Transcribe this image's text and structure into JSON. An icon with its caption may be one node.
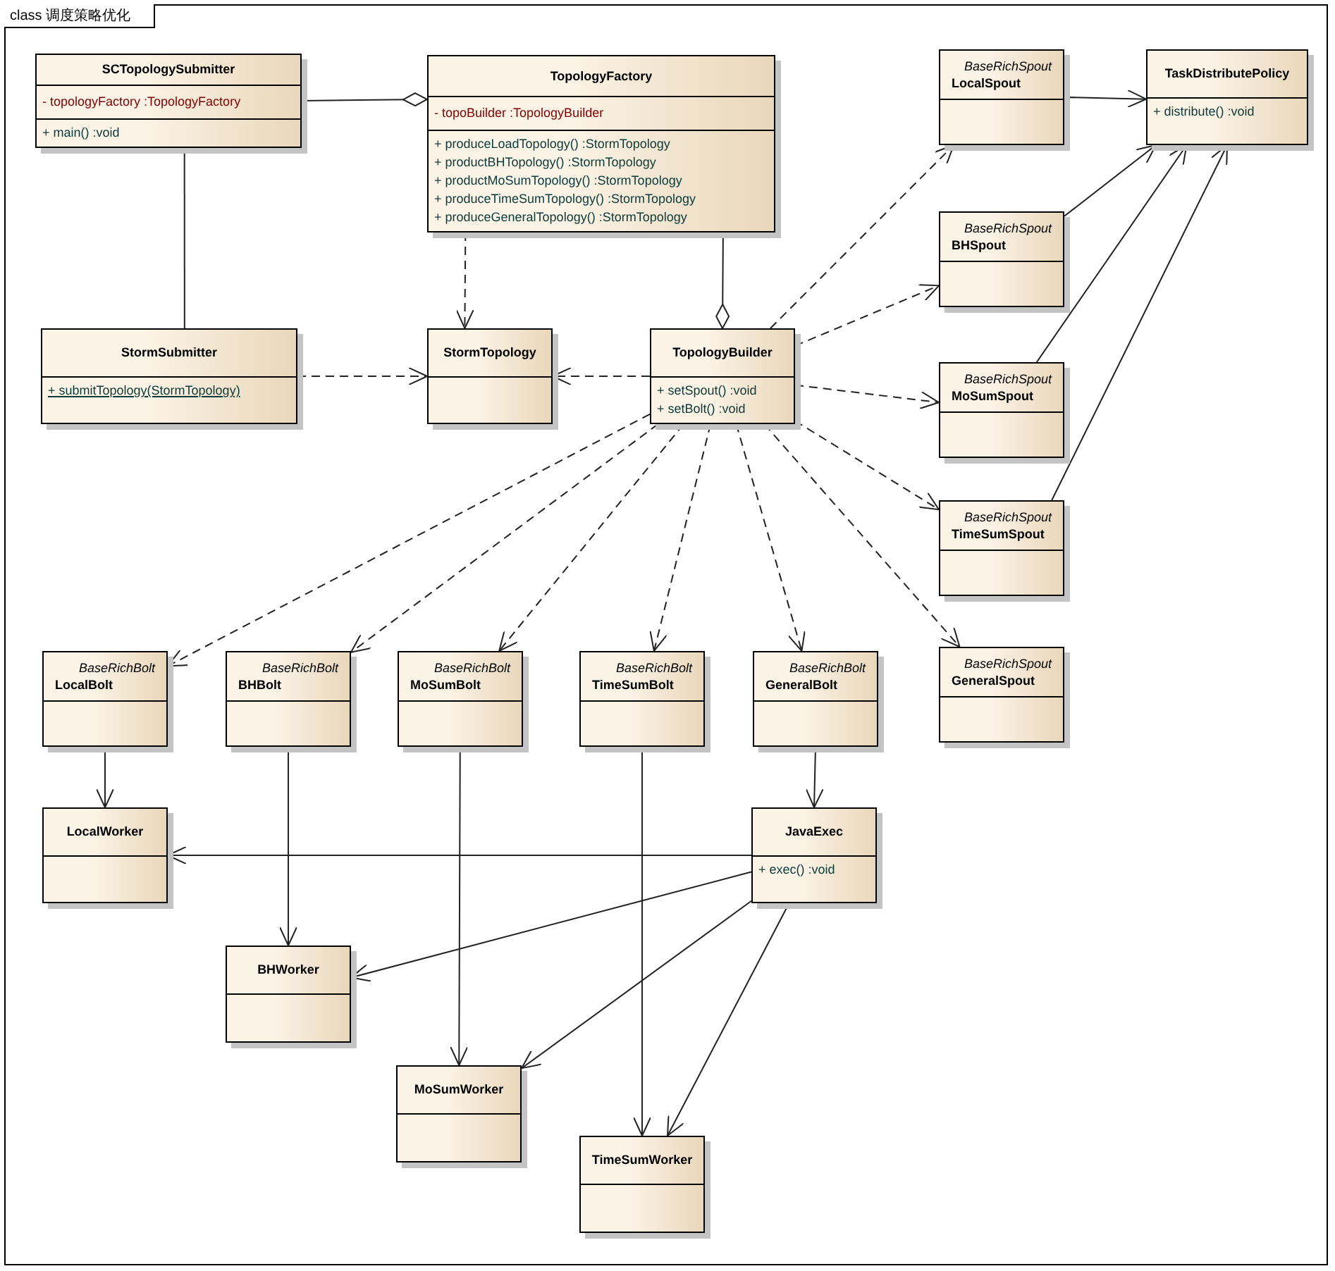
{
  "diagram": {
    "title": "class 调度策略优化",
    "nodes": [
      {
        "text": [
          "SCTopologySubmitter",
          "- topologyFactory :TopologyFactory",
          "+ main() :void"
        ]
      },
      {
        "text": [
          "TopologyFactory",
          "- topoBuilder :TopologyBuilder",
          "+ produceLoadTopology() :StormTopology",
          "+ productBHTopology() :StormTopology",
          "+ productMoSumTopology() :StormTopology",
          "+ produceTimeSumTopology() :StormTopology",
          "+ produceGeneralTopology() :StormTopology"
        ]
      },
      {
        "text": [
          "BaseRichSpout",
          "LocalSpout"
        ]
      },
      {
        "text": [
          "TaskDistributePolicy",
          "+ distribute() :void"
        ]
      },
      {
        "text": [
          "StormSubmitter",
          "+ submitTopology(StormTopology)"
        ]
      },
      {
        "text": [
          "StormTopology"
        ]
      },
      {
        "text": [
          "TopologyBuilder",
          "+ setSpout() :void",
          "+ setBolt() :void"
        ]
      },
      {
        "text": [
          "BaseRichSpout",
          "BHSpout"
        ]
      },
      {
        "text": [
          "BaseRichSpout",
          "MoSumSpout"
        ]
      },
      {
        "text": [
          "BaseRichSpout",
          "TimeSumSpout"
        ]
      },
      {
        "text": [
          "BaseRichSpout",
          "GeneralSpout"
        ]
      },
      {
        "text": [
          "BaseRichBolt",
          "LocalBolt"
        ]
      },
      {
        "text": [
          "BaseRichBolt",
          "BHBolt"
        ]
      },
      {
        "text": [
          "BaseRichBolt",
          "MoSumBolt"
        ]
      },
      {
        "text": [
          "BaseRichBolt",
          "TimeSumBolt"
        ]
      },
      {
        "text": [
          "BaseRichBolt",
          "GeneralBolt"
        ]
      },
      {
        "text": [
          "LocalWorker"
        ]
      },
      {
        "text": [
          "JavaExec",
          "+ exec() :void"
        ]
      },
      {
        "text": [
          "BHWorker"
        ]
      },
      {
        "text": [
          "MoSumWorker"
        ]
      },
      {
        "text": [
          "TimeSumWorker"
        ]
      }
    ],
    "edges": [
      {
        "from": 0,
        "to": 1,
        "arrow": "other"
      },
      {
        "from": 0,
        "to": 4,
        "arrow": "none"
      },
      {
        "from": 1,
        "to": 5,
        "arrow": "to",
        "style": "dashed"
      },
      {
        "from": 1,
        "to": 6,
        "arrow": "other"
      },
      {
        "from": 4,
        "to": 5,
        "arrow": "to",
        "style": "dashed"
      },
      {
        "from": 6,
        "to": 5,
        "arrow": "to",
        "style": "dashed"
      },
      {
        "from": 6,
        "to": 2,
        "arrow": "to",
        "style": "dashed"
      },
      {
        "from": 6,
        "to": 7,
        "arrow": "to",
        "style": "dashed"
      },
      {
        "from": 6,
        "to": 8,
        "arrow": "to",
        "style": "dashed"
      },
      {
        "from": 6,
        "to": 9,
        "arrow": "to",
        "style": "dashed"
      },
      {
        "from": 6,
        "to": 10,
        "arrow": "to",
        "style": "dashed"
      },
      {
        "from": 6,
        "to": 11,
        "arrow": "to",
        "style": "dashed"
      },
      {
        "from": 6,
        "to": 12,
        "arrow": "to",
        "style": "dashed"
      },
      {
        "from": 6,
        "to": 13,
        "arrow": "to",
        "style": "dashed"
      },
      {
        "from": 6,
        "to": 14,
        "arrow": "to",
        "style": "dashed"
      },
      {
        "from": 6,
        "to": 15,
        "arrow": "to",
        "style": "dashed"
      },
      {
        "from": 2,
        "to": 3,
        "arrow": "to"
      },
      {
        "from": 7,
        "to": 3,
        "arrow": "to"
      },
      {
        "from": 8,
        "to": 3,
        "arrow": "to"
      },
      {
        "from": 9,
        "to": 3,
        "arrow": "to"
      },
      {
        "from": 11,
        "to": 16,
        "arrow": "to"
      },
      {
        "from": 15,
        "to": 17,
        "arrow": "to"
      },
      {
        "from": 12,
        "to": 18,
        "arrow": "to"
      },
      {
        "from": 13,
        "to": 19,
        "arrow": "to"
      },
      {
        "from": 14,
        "to": 20,
        "arrow": "to"
      },
      {
        "from": 17,
        "to": 16,
        "arrow": "to"
      },
      {
        "from": 17,
        "to": 18,
        "arrow": "to"
      },
      {
        "from": 17,
        "to": 19,
        "arrow": "to"
      },
      {
        "from": 17,
        "to": 20,
        "arrow": "to"
      }
    ]
  }
}
